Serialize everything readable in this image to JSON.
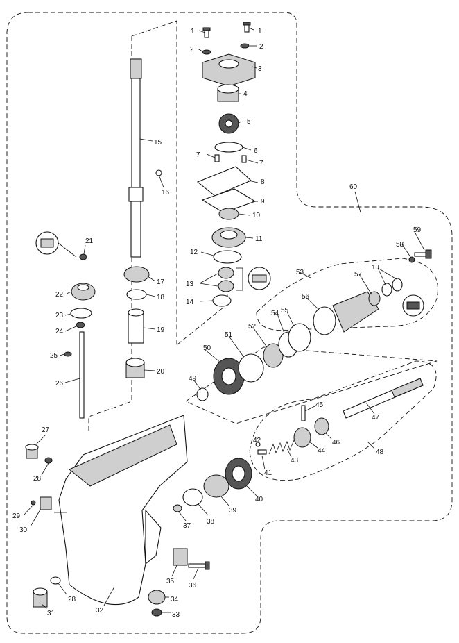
{
  "labels": {
    "p1a": "1",
    "p1b": "1",
    "p2a": "2",
    "p2b": "2",
    "p3": "3",
    "p4": "4",
    "p5": "5",
    "p6": "6",
    "p7a": "7",
    "p7b": "7",
    "p8": "8",
    "p9": "9",
    "p10": "10",
    "p11": "11",
    "p12": "12",
    "p13a": "13",
    "p13b": "13",
    "p14": "14",
    "p15": "15",
    "p16": "16",
    "p17": "17",
    "p18": "18",
    "p19": "19",
    "p20": "20",
    "p21": "21",
    "p22": "22",
    "p23": "23",
    "p24": "24",
    "p25": "25",
    "p26": "26",
    "p27": "27",
    "p28a": "28",
    "p28b": "28",
    "p29": "29",
    "p30": "30",
    "p31": "31",
    "p32": "32",
    "p33": "33",
    "p34": "34",
    "p35": "35",
    "p36": "36",
    "p37": "37",
    "p38": "38",
    "p39": "39",
    "p40": "40",
    "p41": "41",
    "p42": "42",
    "p43": "43",
    "p44": "44",
    "p45": "45",
    "p46": "46",
    "p47": "47",
    "p48": "48",
    "p49": "49",
    "p50": "50",
    "p51": "51",
    "p52": "52",
    "p53": "53",
    "p54": "54",
    "p55": "55",
    "p56": "56",
    "p57": "57",
    "p58": "58",
    "p59": "59",
    "p60": "60"
  }
}
